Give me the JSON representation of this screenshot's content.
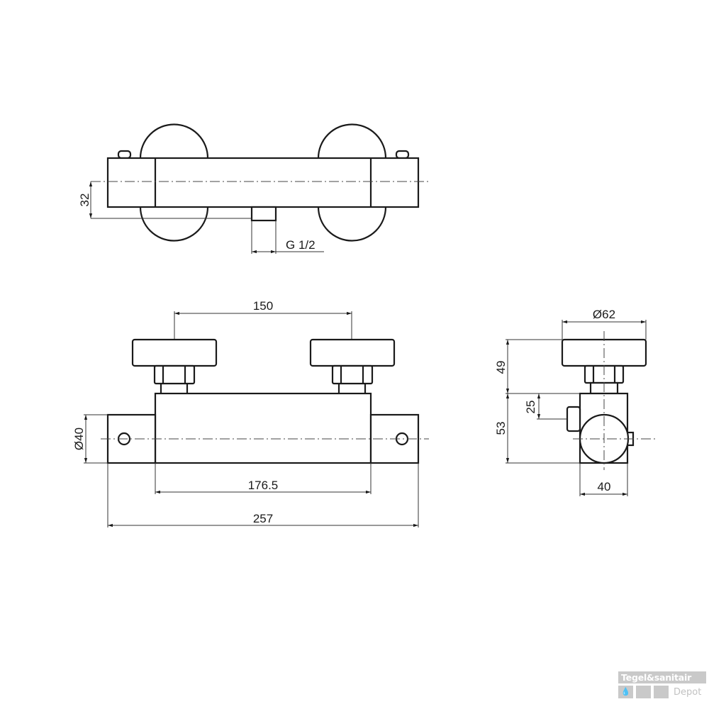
{
  "drawing": {
    "subject": "Thermostatic shower mixer - technical dimension drawing",
    "views": {
      "top": {
        "dimensions": {
          "depth": "32",
          "outlet_thread": "G 1/2"
        }
      },
      "front": {
        "dimensions": {
          "handle_spacing": "150",
          "body_length": "176.5",
          "total_length": "257",
          "end_diameter": "Ø40"
        }
      },
      "side": {
        "dimensions": {
          "handle_diameter": "Ø62",
          "handle_height": "49",
          "outlet_offset": "25",
          "body_height": "53",
          "body_depth": "40"
        }
      }
    },
    "colors": {
      "line": "#1a1a1a",
      "background": "#ffffff",
      "watermark": "#c9c9c9"
    }
  },
  "watermark": {
    "brand_top": "Tegel&sanitair",
    "brand_bottom": "Depot",
    "icon": "water-drop-icon"
  }
}
